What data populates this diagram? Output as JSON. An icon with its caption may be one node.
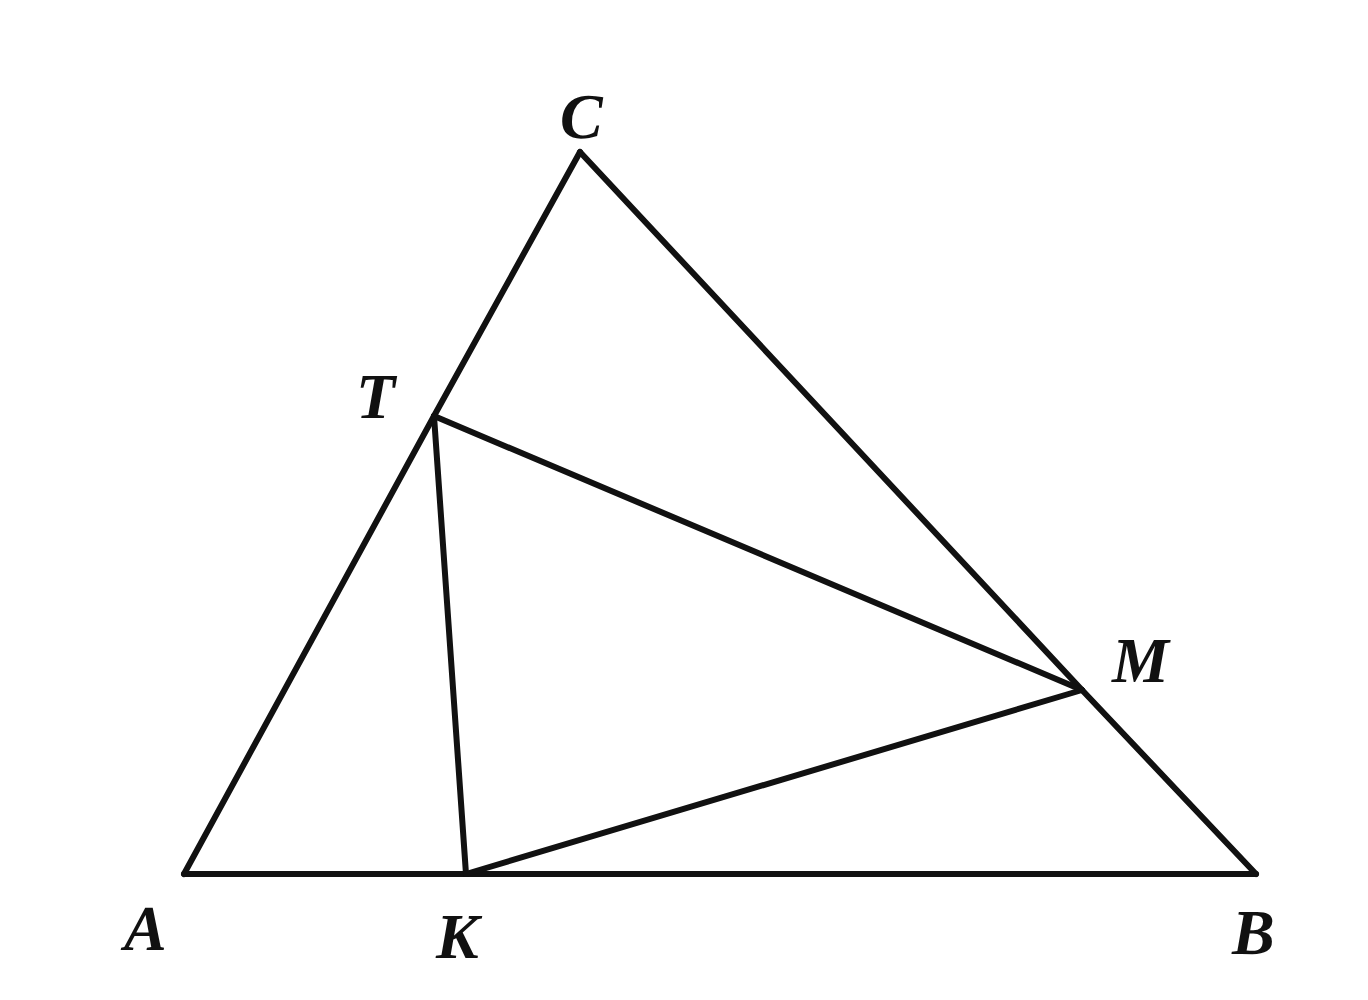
{
  "diagram": {
    "nodes": [
      {
        "text": [
          "C"
        ]
      },
      {
        "text": [
          "T"
        ]
      },
      {
        "text": [
          "M"
        ]
      },
      {
        "text": [
          "A"
        ]
      },
      {
        "text": [
          "K"
        ]
      },
      {
        "text": [
          "B"
        ]
      }
    ],
    "edges": [
      {
        "from": 3,
        "to": 1,
        "arrow": "none"
      },
      {
        "from": 1,
        "to": 0,
        "arrow": "none"
      },
      {
        "from": 0,
        "to": 2,
        "arrow": "none"
      },
      {
        "from": 2,
        "to": 5,
        "arrow": "none"
      },
      {
        "from": 3,
        "to": 4,
        "arrow": "none"
      },
      {
        "from": 4,
        "to": 5,
        "arrow": "none"
      },
      {
        "from": 1,
        "to": 4,
        "arrow": "none"
      },
      {
        "from": 4,
        "to": 2,
        "arrow": "none"
      },
      {
        "from": 2,
        "to": 1,
        "arrow": "none"
      }
    ]
  }
}
